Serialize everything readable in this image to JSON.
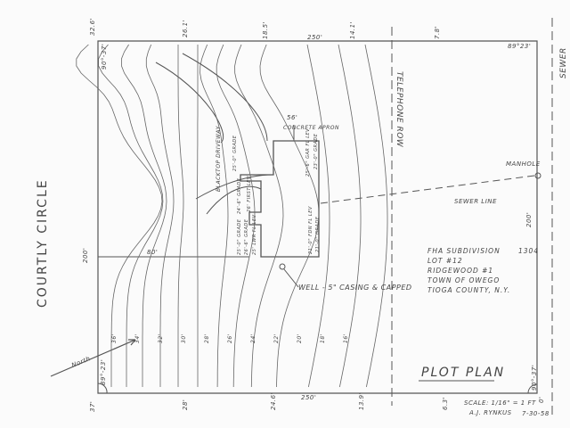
{
  "street": "COURTLY CIRCLE",
  "telephone_row": "TELEPHONE ROW",
  "sewer": "SEWER",
  "manhole": "MANHOLE",
  "sewer_line": "SEWER LINE",
  "dims": {
    "top": "250'",
    "bottom": "250'",
    "left": "200'",
    "right": "200'",
    "setback": "80'",
    "house_depth": "56'"
  },
  "spot_elevations": {
    "top_left": "32.6'",
    "top_2": "26.1'",
    "top_3": "18.5'",
    "top_4": "14.1'",
    "top_5": "7.8'",
    "bottom_left": "37'",
    "bottom_2": "28'",
    "bottom_3": "24.6'",
    "bottom_4": "13.9'",
    "bottom_5": "6.3'",
    "bottom_right": "0'"
  },
  "angles": {
    "top_left": "90°-37'",
    "top_right": "89°23'",
    "bottom_left": "89°-23'",
    "bottom_right": "90°-37'"
  },
  "contours": [
    "36'",
    "34'",
    "32'",
    "30'",
    "28'",
    "26'",
    "24'",
    "22'",
    "20'",
    "18'",
    "16'"
  ],
  "north": "North",
  "well": "WELL - 5\" CASING & CAPPED",
  "apron": "CONCRETE APRON",
  "driveway": "BLACKTOP DRIVEWAY",
  "house_notes": [
    "25'-6\" GAR FL LEV",
    "23'-0\" GRADE",
    "25'-0\" GRADE",
    "26' FIRST LEV",
    "24'-6\" GRADE",
    "21'-0\" FDN FL LEV",
    "21'-0\" GRADE",
    "25'-0\" GRADE",
    "25' LWR FL LEV",
    "26'-6\" GRADE"
  ],
  "info": {
    "line1": "FHA SUBDIVISION      1304",
    "line2": "LOT #12",
    "line3": "RIDGEWOOD #1",
    "line4": "TOWN OF OWEGO",
    "line5": "TIOGA COUNTY, N.Y."
  },
  "title": "PLOT PLAN",
  "scale": "SCALE: 1/16\" = 1 FT",
  "author": "A.J. RYNKUS",
  "date": "7-30-58"
}
